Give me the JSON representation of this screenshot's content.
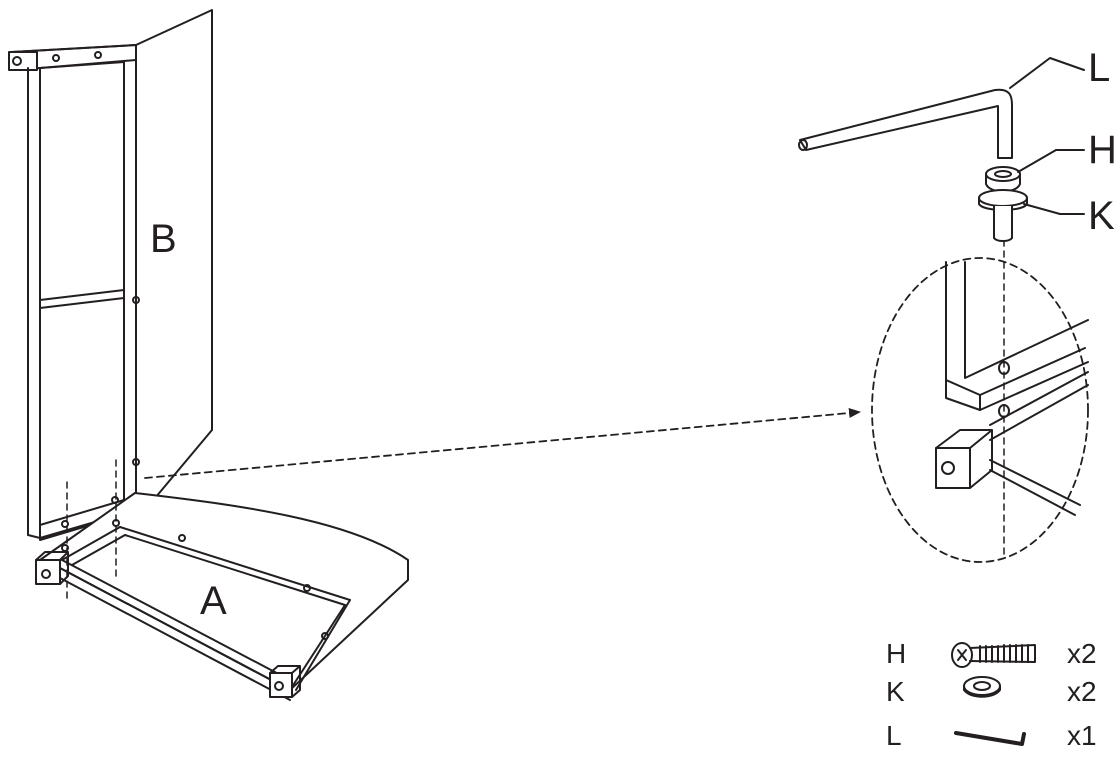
{
  "part_labels": {
    "panel_b": "B",
    "panel_a": "A",
    "allen_key": "L",
    "bolt": "H",
    "washer": "K"
  },
  "parts_list": [
    {
      "code": "H",
      "qty": "x2",
      "icon": "bolt-icon"
    },
    {
      "code": "K",
      "qty": "x2",
      "icon": "washer-icon"
    },
    {
      "code": "L",
      "qty": "x1",
      "icon": "allen-key-icon"
    }
  ],
  "colors": {
    "line": "#231f20",
    "background": "#ffffff"
  }
}
